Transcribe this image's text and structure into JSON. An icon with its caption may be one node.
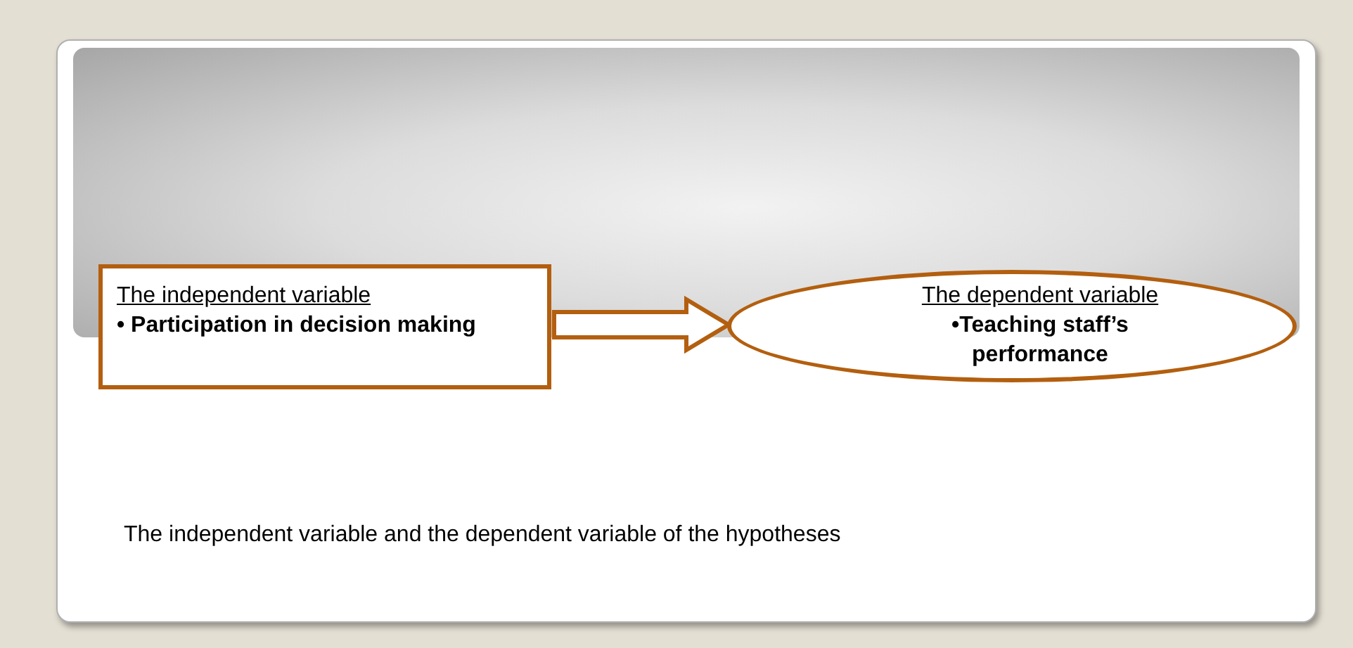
{
  "diagram": {
    "caption": "The independent variable and the dependent variable of the hypotheses",
    "nodes": [
      {
        "text": [
          "The independent variable",
          "• Participation in decision making"
        ]
      },
      {
        "text": [
          "The dependent variable",
          "•Teaching staff’s performance"
        ]
      }
    ],
    "edges": [
      {
        "from": 0,
        "to": 1,
        "arrow": "to"
      }
    ]
  }
}
